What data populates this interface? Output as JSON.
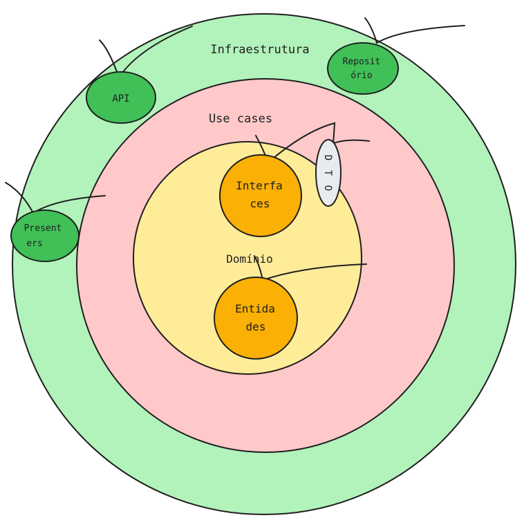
{
  "layers": {
    "outer": {
      "label": "Infraestrutura",
      "fill": "#b2f2bb"
    },
    "middle": {
      "label": "Use cases",
      "fill": "#ffc9c9"
    },
    "inner": {
      "label": "Domínio",
      "fill": "#ffec99"
    }
  },
  "nodes": {
    "api": {
      "line1": "API",
      "fill": "#40c057"
    },
    "repositorio": {
      "line1": "Reposit",
      "line2": "ório",
      "fill": "#40c057"
    },
    "presenters": {
      "line1": "Present",
      "line2": "ers",
      "fill": "#40c057"
    },
    "interfaces": {
      "line1": "Interfa",
      "line2": "ces",
      "fill": "#fab005"
    },
    "entidades": {
      "line1": "Entida",
      "line2": "des",
      "fill": "#fab005"
    },
    "dto": {
      "line1": "D",
      "line2": "T",
      "line3": "O",
      "fill": "#e9ecef"
    }
  },
  "colors": {
    "stroke": "#1e1e1e"
  }
}
